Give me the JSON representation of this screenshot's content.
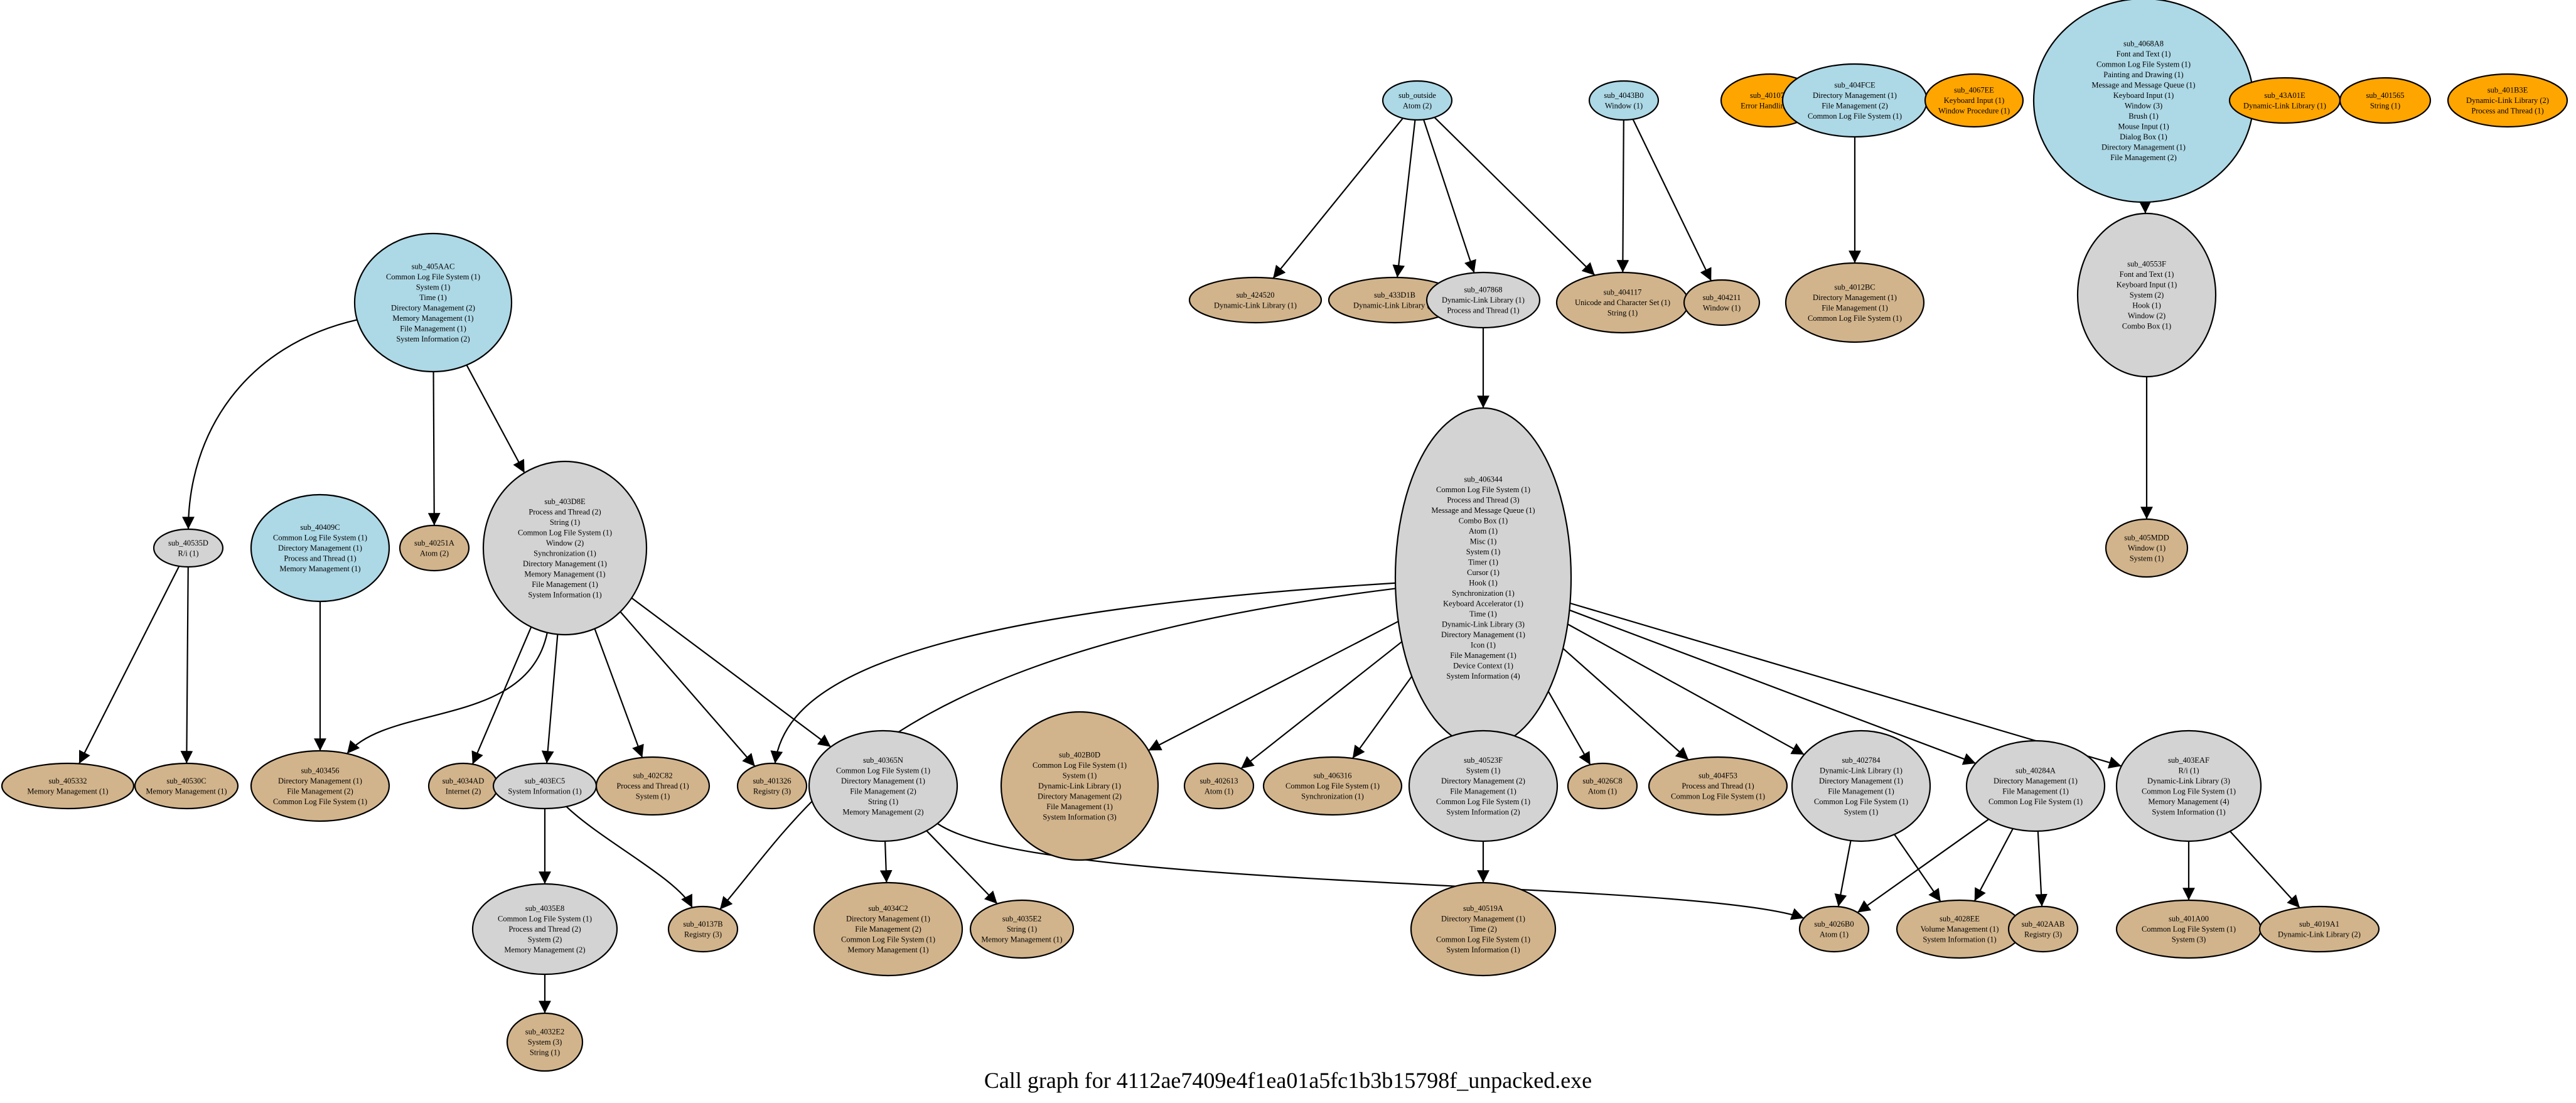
{
  "title": "Call graph for 4112ae7409e4f1ea01a5fc1b3b15798f_unpacked.exe",
  "colors": {
    "root": "#add8e6",
    "internal": "#d3d3d3",
    "leaf": "#d2b48c",
    "isolated": "#ffa500"
  },
  "nodes": [
    {
      "id": "sub_outside",
      "lines": [
        "sub_outside",
        "Atom (2)"
      ],
      "kind": "root"
    },
    {
      "id": "sub_4043B0",
      "lines": [
        "sub_4043B0",
        "Window (1)"
      ],
      "kind": "root"
    },
    {
      "id": "sub_40107A",
      "lines": [
        "sub_40107A",
        "Error Handling (1)"
      ],
      "kind": "isolated"
    },
    {
      "id": "sub_404FCE",
      "lines": [
        "sub_404FCE",
        "Directory Management (1)",
        "File Management (2)",
        "Common Log File System (1)"
      ],
      "kind": "root"
    },
    {
      "id": "sub_4067EE",
      "lines": [
        "sub_4067EE",
        "Keyboard Input (1)",
        "Window Procedure (1)"
      ],
      "kind": "isolated"
    },
    {
      "id": "sub_4068A8",
      "lines": [
        "sub_4068A8",
        "Font and Text (1)",
        "Common Log File System (1)",
        "Painting and Drawing (1)",
        "Message and Message Queue (1)",
        "Keyboard Input (1)",
        "Window (3)",
        "Brush (1)",
        "Mouse Input (1)",
        "Dialog Box (1)",
        "Directory Management (1)",
        "File Management (2)"
      ],
      "kind": "root"
    },
    {
      "id": "sub_43A01E",
      "lines": [
        "sub_43A01E",
        "Dynamic-Link Library (1)"
      ],
      "kind": "isolated"
    },
    {
      "id": "sub_401565",
      "lines": [
        "sub_401565",
        "String (1)"
      ],
      "kind": "isolated"
    },
    {
      "id": "sub_401B3E",
      "lines": [
        "sub_401B3E",
        "Dynamic-Link Library (2)",
        "Process and Thread (1)"
      ],
      "kind": "isolated"
    },
    {
      "id": "sub_405AAC",
      "lines": [
        "sub_405AAC",
        "Common Log File System (1)",
        "System (1)",
        "Time (1)",
        "Directory Management (2)",
        "Memory Management (1)",
        "File Management (1)",
        "System Information (2)"
      ],
      "kind": "root"
    },
    {
      "id": "sub_424520",
      "lines": [
        "sub_424520",
        "Dynamic-Link Library (1)"
      ],
      "kind": "leaf"
    },
    {
      "id": "sub_433D1B",
      "lines": [
        "sub_433D1B",
        "Dynamic-Link Library (1)"
      ],
      "kind": "leaf"
    },
    {
      "id": "sub_407868",
      "lines": [
        "sub_407868",
        "Dynamic-Link Library (1)",
        "Process and Thread (1)"
      ],
      "kind": "internal"
    },
    {
      "id": "sub_404117",
      "lines": [
        "sub_404117",
        "Unicode and Character Set (1)",
        "String (1)"
      ],
      "kind": "leaf"
    },
    {
      "id": "sub_404211",
      "lines": [
        "sub_404211",
        "Window (1)"
      ],
      "kind": "leaf"
    },
    {
      "id": "sub_4012BC",
      "lines": [
        "sub_4012BC",
        "Directory Management (1)",
        "File Management (1)",
        "Common Log File System (1)"
      ],
      "kind": "leaf"
    },
    {
      "id": "sub_40553F",
      "lines": [
        "sub_40553F",
        "Font and Text (1)",
        "Keyboard Input (1)",
        "System (2)",
        "Hook (1)",
        "Window (2)",
        "Combo Box (1)"
      ],
      "kind": "internal"
    },
    {
      "id": "sub_406344",
      "lines": [
        "sub_406344",
        "Common Log File System (1)",
        "Process and Thread (3)",
        "Message and Message Queue (1)",
        "Combo Box (1)",
        "Atom (1)",
        "Misc (1)",
        "System (1)",
        "Timer (1)",
        "Cursor (1)",
        "Hook (1)",
        "Synchronization (1)",
        "Keyboard Accelerator (1)",
        "Time (1)",
        "Dynamic-Link Library (3)",
        "Directory Management (1)",
        "Icon (1)",
        "File Management (1)",
        "Device Context (1)",
        "System Information (4)"
      ],
      "kind": "internal"
    },
    {
      "id": "sub_40535D",
      "lines": [
        "sub_40535D",
        "R/i (1)"
      ],
      "kind": "internal"
    },
    {
      "id": "sub_40409C",
      "lines": [
        "sub_40409C",
        "Common Log File System (1)",
        "Directory Management (1)",
        "Process and Thread (1)",
        "Memory Management (1)"
      ],
      "kind": "root"
    },
    {
      "id": "sub_40251A",
      "lines": [
        "sub_40251A",
        "Atom (2)"
      ],
      "kind": "leaf"
    },
    {
      "id": "sub_403D8E",
      "lines": [
        "sub_403D8E",
        "Process and Thread (2)",
        "String (1)",
        "Common Log File System (1)",
        "Window (2)",
        "Synchronization (1)",
        "Directory Management (1)",
        "Memory Management (1)",
        "File Management (1)",
        "System Information (1)"
      ],
      "kind": "internal"
    },
    {
      "id": "sub_405MDD",
      "lines": [
        "sub_405MDD",
        "Window (1)",
        "System (1)"
      ],
      "kind": "leaf"
    },
    {
      "id": "sub_405332",
      "lines": [
        "sub_405332",
        "Memory Management (1)"
      ],
      "kind": "leaf"
    },
    {
      "id": "sub_40530C",
      "lines": [
        "sub_40530C",
        "Memory Management (1)"
      ],
      "kind": "leaf"
    },
    {
      "id": "sub_403456",
      "lines": [
        "sub_403456",
        "Directory Management (1)",
        "File Management (2)",
        "Common Log File System (1)"
      ],
      "kind": "leaf"
    },
    {
      "id": "sub_4034AD",
      "lines": [
        "sub_4034AD",
        "Internet (2)"
      ],
      "kind": "leaf"
    },
    {
      "id": "sub_403EC5",
      "lines": [
        "sub_403EC5",
        "System Information (1)"
      ],
      "kind": "internal"
    },
    {
      "id": "sub_402C82",
      "lines": [
        "sub_402C82",
        "Process and Thread (1)",
        "System (1)"
      ],
      "kind": "leaf"
    },
    {
      "id": "sub_401326",
      "lines": [
        "sub_401326",
        "Registry (3)"
      ],
      "kind": "leaf"
    },
    {
      "id": "sub_40365N",
      "lines": [
        "sub_40365N",
        "Common Log File System (1)",
        "Directory Management (1)",
        "File Management (2)",
        "String (1)",
        "Memory Management (2)"
      ],
      "kind": "internal"
    },
    {
      "id": "sub_402B0D",
      "lines": [
        "sub_402B0D",
        "Common Log File System (1)",
        "System (1)",
        "Dynamic-Link Library (1)",
        "Directory Management (2)",
        "File Management (1)",
        "System Information (3)"
      ],
      "kind": "leaf"
    },
    {
      "id": "sub_402613",
      "lines": [
        "sub_402613",
        "Atom (1)"
      ],
      "kind": "leaf"
    },
    {
      "id": "sub_406316",
      "lines": [
        "sub_406316",
        "Common Log File System (1)",
        "Synchronization (1)"
      ],
      "kind": "leaf"
    },
    {
      "id": "sub_40523F",
      "lines": [
        "sub_40523F",
        "System (1)",
        "Directory Management (2)",
        "File Management (1)",
        "Common Log File System (1)",
        "System Information (2)"
      ],
      "kind": "internal"
    },
    {
      "id": "sub_4026C8",
      "lines": [
        "sub_4026C8",
        "Atom (1)"
      ],
      "kind": "leaf"
    },
    {
      "id": "sub_404F53",
      "lines": [
        "sub_404F53",
        "Process and Thread (1)",
        "Common Log File System (1)"
      ],
      "kind": "leaf"
    },
    {
      "id": "sub_402784",
      "lines": [
        "sub_402784",
        "Dynamic-Link Library (1)",
        "Directory Management (1)",
        "File Management (1)",
        "Common Log File System (1)",
        "System (1)"
      ],
      "kind": "internal"
    },
    {
      "id": "sub_40284A",
      "lines": [
        "sub_40284A",
        "Directory Management (1)",
        "File Management (1)",
        "Common Log File System (1)"
      ],
      "kind": "internal"
    },
    {
      "id": "sub_403EAF",
      "lines": [
        "sub_403EAF",
        "R/i (1)",
        "Dynamic-Link Library (3)",
        "Common Log File System (1)",
        "Memory Management (4)",
        "System Information (1)"
      ],
      "kind": "internal"
    },
    {
      "id": "sub_4035E8",
      "lines": [
        "sub_4035E8",
        "Common Log File System (1)",
        "Process and Thread (2)",
        "System (2)",
        "Memory Management (2)"
      ],
      "kind": "internal"
    },
    {
      "id": "sub_40137B",
      "lines": [
        "sub_40137B",
        "Registry (3)"
      ],
      "kind": "leaf"
    },
    {
      "id": "sub_4034C2",
      "lines": [
        "sub_4034C2",
        "Directory Management (1)",
        "File Management (2)",
        "Common Log File System (1)",
        "Memory Management (1)"
      ],
      "kind": "leaf"
    },
    {
      "id": "sub_4035E2",
      "lines": [
        "sub_4035E2",
        "String (1)",
        "Memory Management (1)"
      ],
      "kind": "leaf"
    },
    {
      "id": "sub_40519A",
      "lines": [
        "sub_40519A",
        "Directory Management (1)",
        "Time (2)",
        "Common Log File System (1)",
        "System Information (1)"
      ],
      "kind": "leaf"
    },
    {
      "id": "sub_4026B0",
      "lines": [
        "sub_4026B0",
        "Atom (1)"
      ],
      "kind": "leaf"
    },
    {
      "id": "sub_4028EE",
      "lines": [
        "sub_4028EE",
        "Volume Management (1)",
        "System Information (1)"
      ],
      "kind": "leaf"
    },
    {
      "id": "sub_402AAB",
      "lines": [
        "sub_402AAB",
        "Registry (3)"
      ],
      "kind": "leaf"
    },
    {
      "id": "sub_401A00",
      "lines": [
        "sub_401A00",
        "Common Log File System (1)",
        "System (3)"
      ],
      "kind": "leaf"
    },
    {
      "id": "sub_4019A1",
      "lines": [
        "sub_4019A1",
        "Dynamic-Link Library (2)"
      ],
      "kind": "leaf"
    },
    {
      "id": "sub_4032E2",
      "lines": [
        "sub_4032E2",
        "System (3)",
        "String (1)"
      ],
      "kind": "leaf"
    }
  ],
  "edges": [
    [
      "sub_outside",
      "sub_424520"
    ],
    [
      "sub_outside",
      "sub_433D1B"
    ],
    [
      "sub_outside",
      "sub_407868"
    ],
    [
      "sub_outside",
      "sub_404117"
    ],
    [
      "sub_4043B0",
      "sub_404117"
    ],
    [
      "sub_4043B0",
      "sub_404211"
    ],
    [
      "sub_404FCE",
      "sub_4012BC"
    ],
    [
      "sub_4068A8",
      "sub_40553F"
    ],
    [
      "sub_40553F",
      "sub_405MDD"
    ],
    [
      "sub_407868",
      "sub_406344"
    ],
    [
      "sub_405AAC",
      "sub_40535D"
    ],
    [
      "sub_405AAC",
      "sub_40251A"
    ],
    [
      "sub_405AAC",
      "sub_403D8E"
    ],
    [
      "sub_40535D",
      "sub_405332"
    ],
    [
      "sub_40535D",
      "sub_40530C"
    ],
    [
      "sub_40409C",
      "sub_403456"
    ],
    [
      "sub_403D8E",
      "sub_403456"
    ],
    [
      "sub_403D8E",
      "sub_4034AD"
    ],
    [
      "sub_403D8E",
      "sub_403EC5"
    ],
    [
      "sub_403D8E",
      "sub_402C82"
    ],
    [
      "sub_403D8E",
      "sub_401326"
    ],
    [
      "sub_403D8E",
      "sub_40365N"
    ],
    [
      "sub_406344",
      "sub_401326"
    ],
    [
      "sub_406344",
      "sub_40137B"
    ],
    [
      "sub_406344",
      "sub_402B0D"
    ],
    [
      "sub_406344",
      "sub_402613"
    ],
    [
      "sub_406344",
      "sub_406316"
    ],
    [
      "sub_406344",
      "sub_40523F"
    ],
    [
      "sub_406344",
      "sub_4026C8"
    ],
    [
      "sub_406344",
      "sub_404F53"
    ],
    [
      "sub_406344",
      "sub_402784"
    ],
    [
      "sub_406344",
      "sub_40284A"
    ],
    [
      "sub_406344",
      "sub_403EAF"
    ],
    [
      "sub_403EC5",
      "sub_4035E8"
    ],
    [
      "sub_403EC5",
      "sub_40137B"
    ],
    [
      "sub_4035E8",
      "sub_4032E2"
    ],
    [
      "sub_40365N",
      "sub_4034C2"
    ],
    [
      "sub_40365N",
      "sub_4035E2"
    ],
    [
      "sub_40365N",
      "sub_4026B0"
    ],
    [
      "sub_40523F",
      "sub_40519A"
    ],
    [
      "sub_402784",
      "sub_4026B0"
    ],
    [
      "sub_402784",
      "sub_4028EE"
    ],
    [
      "sub_40284A",
      "sub_4026B0"
    ],
    [
      "sub_40284A",
      "sub_4028EE"
    ],
    [
      "sub_40284A",
      "sub_402AAB"
    ],
    [
      "sub_403EAF",
      "sub_401A00"
    ],
    [
      "sub_403EAF",
      "sub_4019A1"
    ]
  ]
}
